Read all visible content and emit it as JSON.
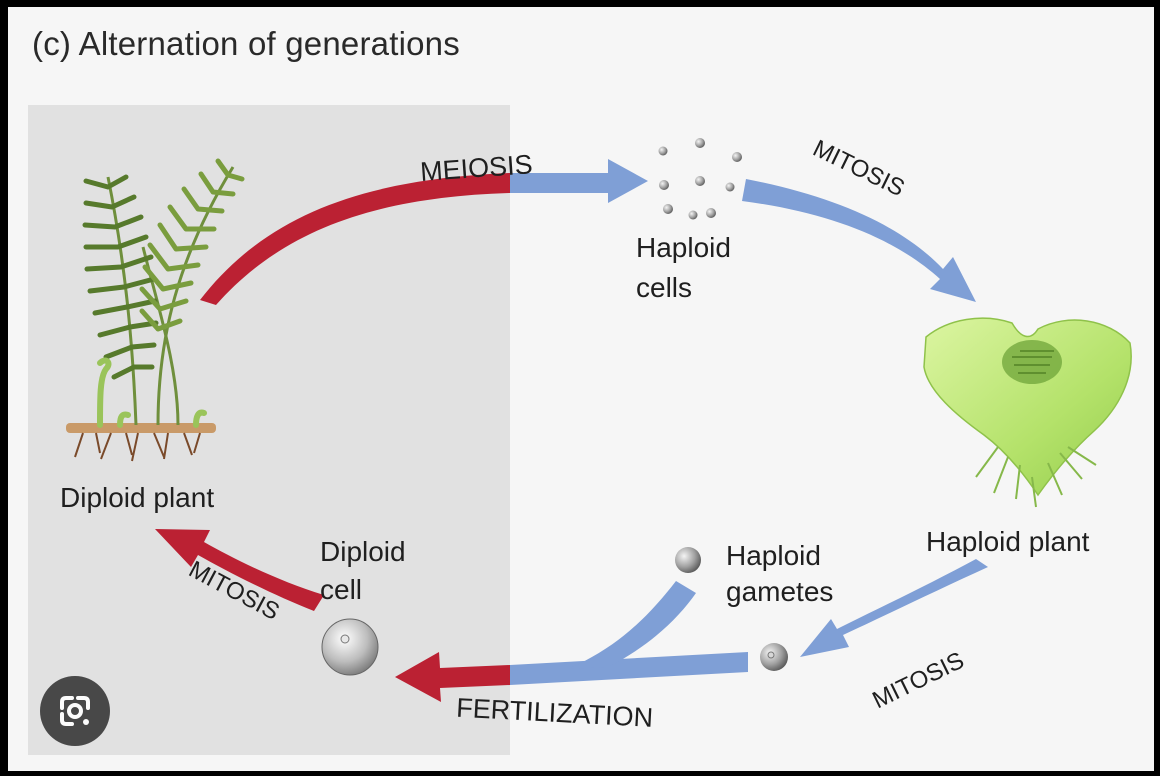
{
  "title": "(c) Alternation of generations",
  "labels": {
    "meiosis": "MEIOSIS",
    "mitosis_top": "MITOSIS",
    "haploid_cells_line1": "Haploid",
    "haploid_cells_line2": "cells",
    "haploid_plant": "Haploid plant",
    "diploid_plant": "Diploid plant",
    "haploid_gametes_line1": "Haploid",
    "haploid_gametes_line2": "gametes",
    "diploid_cell_line1": "Diploid",
    "diploid_cell_line2": "cell",
    "mitosis_left": "MITOSIS",
    "mitosis_right": "MITOSIS",
    "fertilization": "FERTILIZATION"
  },
  "colors": {
    "diploid_arrow": "#bb2133",
    "haploid_arrow": "#7f9fd6",
    "diploid_panel": "#e1e1e1",
    "background": "#f6f6f6"
  },
  "icons": {
    "lens_button": "google-lens-icon"
  }
}
